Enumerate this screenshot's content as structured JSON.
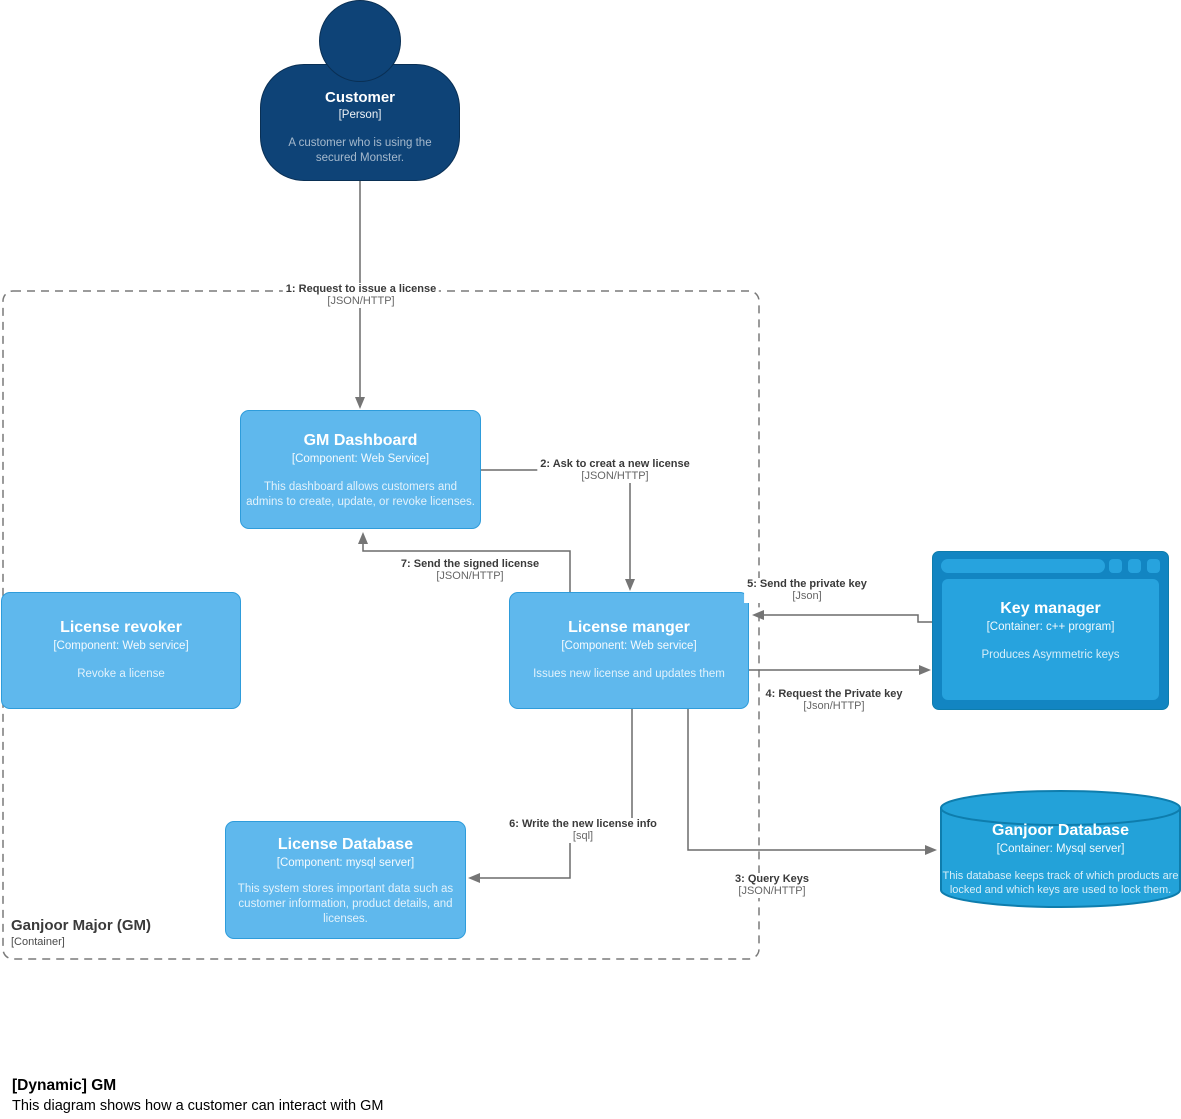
{
  "diagram": {
    "title": "[Dynamic] GM",
    "subtitle": "This diagram shows how a customer can interact with GM"
  },
  "boundary": {
    "name": "Ganjoor Major (GM)",
    "type": "[Container]"
  },
  "nodes": {
    "customer": {
      "title": "Customer",
      "type": "[Person]",
      "description": "A customer who is using the secured Monster."
    },
    "gm_dashboard": {
      "title": "GM Dashboard",
      "type": "[Component: Web Service]",
      "description": "This dashboard allows customers and admins to create, update, or revoke licenses."
    },
    "license_revoker": {
      "title": "License revoker",
      "type": "[Component: Web service]",
      "description": "Revoke a license"
    },
    "license_manager": {
      "title": "License manger",
      "type": "[Component: Web service]",
      "description": "Issues new license and updates them"
    },
    "license_database": {
      "title": "License Database",
      "type": "[Component: mysql server]",
      "description": "This system stores important data such as customer information, product details, and licenses."
    },
    "key_manager": {
      "title": "Key manager",
      "type": "[Container: c++ program]",
      "description": "Produces Asymmetric keys"
    },
    "ganjoor_database": {
      "title": "Ganjoor Database",
      "type": "[Container: Mysql server]",
      "description": "This database keeps track of which products are locked and which keys are used to lock them."
    }
  },
  "edges": {
    "e1": {
      "label": "1: Request to issue a license",
      "protocol": "[JSON/HTTP]"
    },
    "e2": {
      "label": "2: Ask to creat a new license",
      "protocol": "[JSON/HTTP]"
    },
    "e3": {
      "label": "3: Query Keys",
      "protocol": "[JSON/HTTP]"
    },
    "e4": {
      "label": "4: Request the Private key",
      "protocol": "[Json/HTTP]"
    },
    "e5": {
      "label": "5: Send the private key",
      "protocol": "[Json]"
    },
    "e6": {
      "label": "6: Write the new license info",
      "protocol": "[sql]"
    },
    "e7": {
      "label": "7: Send the signed license",
      "protocol": "[JSON/HTTP]"
    }
  },
  "colors": {
    "person_fill": "#0E4377",
    "component_fill": "#5FB8ED",
    "container_fill": "#23A2D9",
    "browser_frame": "#1285C2",
    "arrow": "#6B6B6B",
    "boundary_dash": "#7A7A7A"
  }
}
